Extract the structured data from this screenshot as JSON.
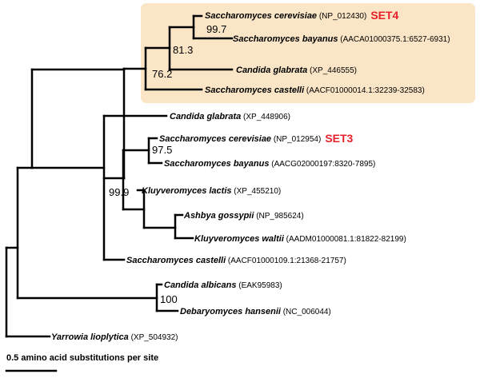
{
  "colors": {
    "highlight_box": "#fae6c6",
    "set_label": "#e8202a",
    "branch": "#000000"
  },
  "taxa": [
    {
      "species": "Saccharomyces cerevisiae",
      "accession": "(NP_012430)",
      "tag": "SET4"
    },
    {
      "species": "Saccharomyces bayanus",
      "accession": "(AACA01000375.1:6527-6931)"
    },
    {
      "species": "Candida glabrata",
      "accession": "(XP_446555)"
    },
    {
      "species": "Saccharomyces castelli",
      "accession": "(AACF01000014.1:32239-32583)"
    },
    {
      "species": "Candida glabrata",
      "accession": "(XP_448906)"
    },
    {
      "species": "Saccharomyces cerevisiae",
      "accession": "(NP_012954)",
      "tag": "SET3"
    },
    {
      "species": "Saccharomyces bayanus",
      "accession": "(AACG02000197:8320-7895)"
    },
    {
      "species": "Kluyveromyces lactis",
      "accession": "(XP_455210)"
    },
    {
      "species": "Ashbya gossypii",
      "accession": "(NP_985624)"
    },
    {
      "species": "Kluyveromyces waltii",
      "accession": "(AADM01000081.1:81822-82199)"
    },
    {
      "species": "Saccharomyces castelli",
      "accession": "(AACF01000109.1:21368-21757)"
    },
    {
      "species": "Candida albicans",
      "accession": "(EAK95983)"
    },
    {
      "species": "Debaryomyces hansenii",
      "accession": "(NC_006044)"
    },
    {
      "species": "Yarrowia lioplytica",
      "accession": "(XP_504932)"
    }
  ],
  "bootstrap": [
    "99.7",
    "81.3",
    "76.2",
    "97.5",
    "99.9",
    "100"
  ],
  "scale_bar": {
    "label": "0.5 amino acid substitutions per site"
  }
}
